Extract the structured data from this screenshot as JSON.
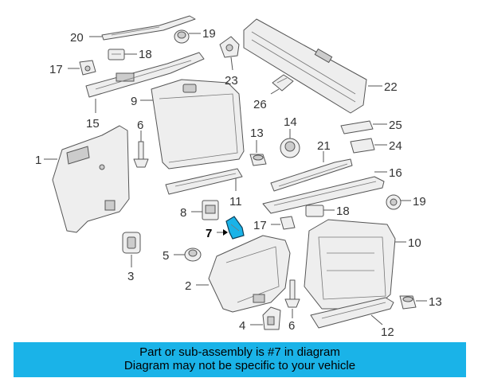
{
  "banner": {
    "line1": "Part or sub-assembly is #7 in diagram",
    "line2": "Diagram may not be specific to your vehicle",
    "background": "#1ab3e8"
  },
  "colors": {
    "highlight": "#1ab3e8",
    "outline": "#555555",
    "part_fill": "#eeeeee"
  },
  "callouts": [
    {
      "id": "1",
      "label": "1"
    },
    {
      "id": "2",
      "label": "2"
    },
    {
      "id": "3",
      "label": "3"
    },
    {
      "id": "4",
      "label": "4"
    },
    {
      "id": "5",
      "label": "5"
    },
    {
      "id": "6a",
      "label": "6"
    },
    {
      "id": "6b",
      "label": "6"
    },
    {
      "id": "7",
      "label": "7"
    },
    {
      "id": "8",
      "label": "8"
    },
    {
      "id": "9",
      "label": "9"
    },
    {
      "id": "10",
      "label": "10"
    },
    {
      "id": "11",
      "label": "11"
    },
    {
      "id": "12",
      "label": "12"
    },
    {
      "id": "13a",
      "label": "13"
    },
    {
      "id": "13b",
      "label": "13"
    },
    {
      "id": "14",
      "label": "14"
    },
    {
      "id": "15",
      "label": "15"
    },
    {
      "id": "16",
      "label": "16"
    },
    {
      "id": "17a",
      "label": "17"
    },
    {
      "id": "17b",
      "label": "17"
    },
    {
      "id": "18a",
      "label": "18"
    },
    {
      "id": "18b",
      "label": "18"
    },
    {
      "id": "19a",
      "label": "19"
    },
    {
      "id": "19b",
      "label": "19"
    },
    {
      "id": "20",
      "label": "20"
    },
    {
      "id": "21",
      "label": "21"
    },
    {
      "id": "22",
      "label": "22"
    },
    {
      "id": "23",
      "label": "23"
    },
    {
      "id": "24",
      "label": "24"
    },
    {
      "id": "25",
      "label": "25"
    },
    {
      "id": "26",
      "label": "26"
    }
  ]
}
